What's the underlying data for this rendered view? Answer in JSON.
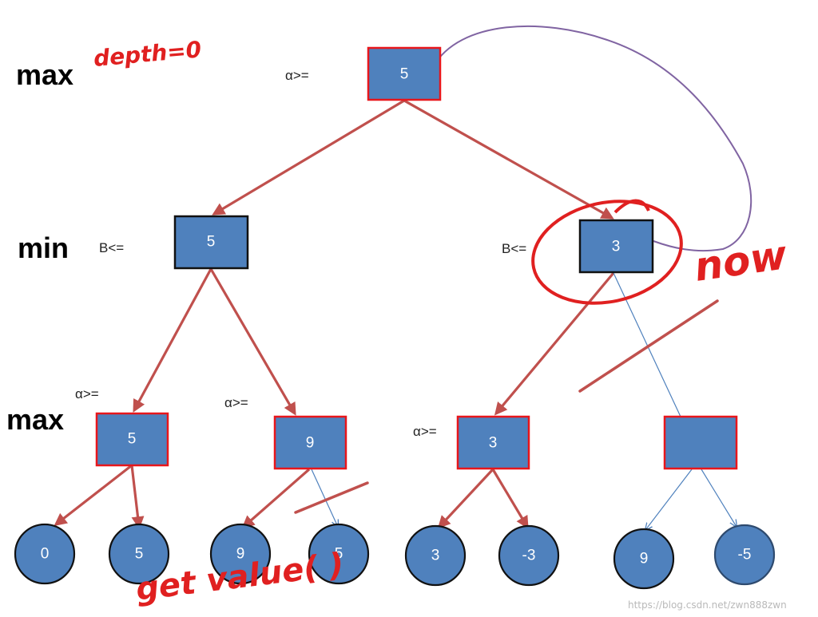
{
  "colors": {
    "node_fill": "#4f81bd",
    "edge_red": "#c0504d",
    "edge_blue": "#4f81bd",
    "border_red": "#e8161b",
    "border_black": "#111111",
    "annotation_red": "#e02020",
    "annotation_purple": "#8064a2"
  },
  "levels": {
    "top": "max",
    "middle": "min",
    "bottom": "max"
  },
  "bound_labels": {
    "alpha": "α>=",
    "beta": "B<="
  },
  "nodes": {
    "root": "5",
    "min_left": "5",
    "min_right": "3",
    "max_1": "5",
    "max_2": "9",
    "max_3": "3",
    "max_4": "",
    "leaves": [
      "0",
      "5",
      "9",
      "5",
      "3",
      "-3",
      "9",
      "-5"
    ]
  },
  "annotations": {
    "depth": "depth=0",
    "now": "now",
    "get_value": "get value( )"
  },
  "watermark": "https://blog.csdn.net/zwn888zwn"
}
